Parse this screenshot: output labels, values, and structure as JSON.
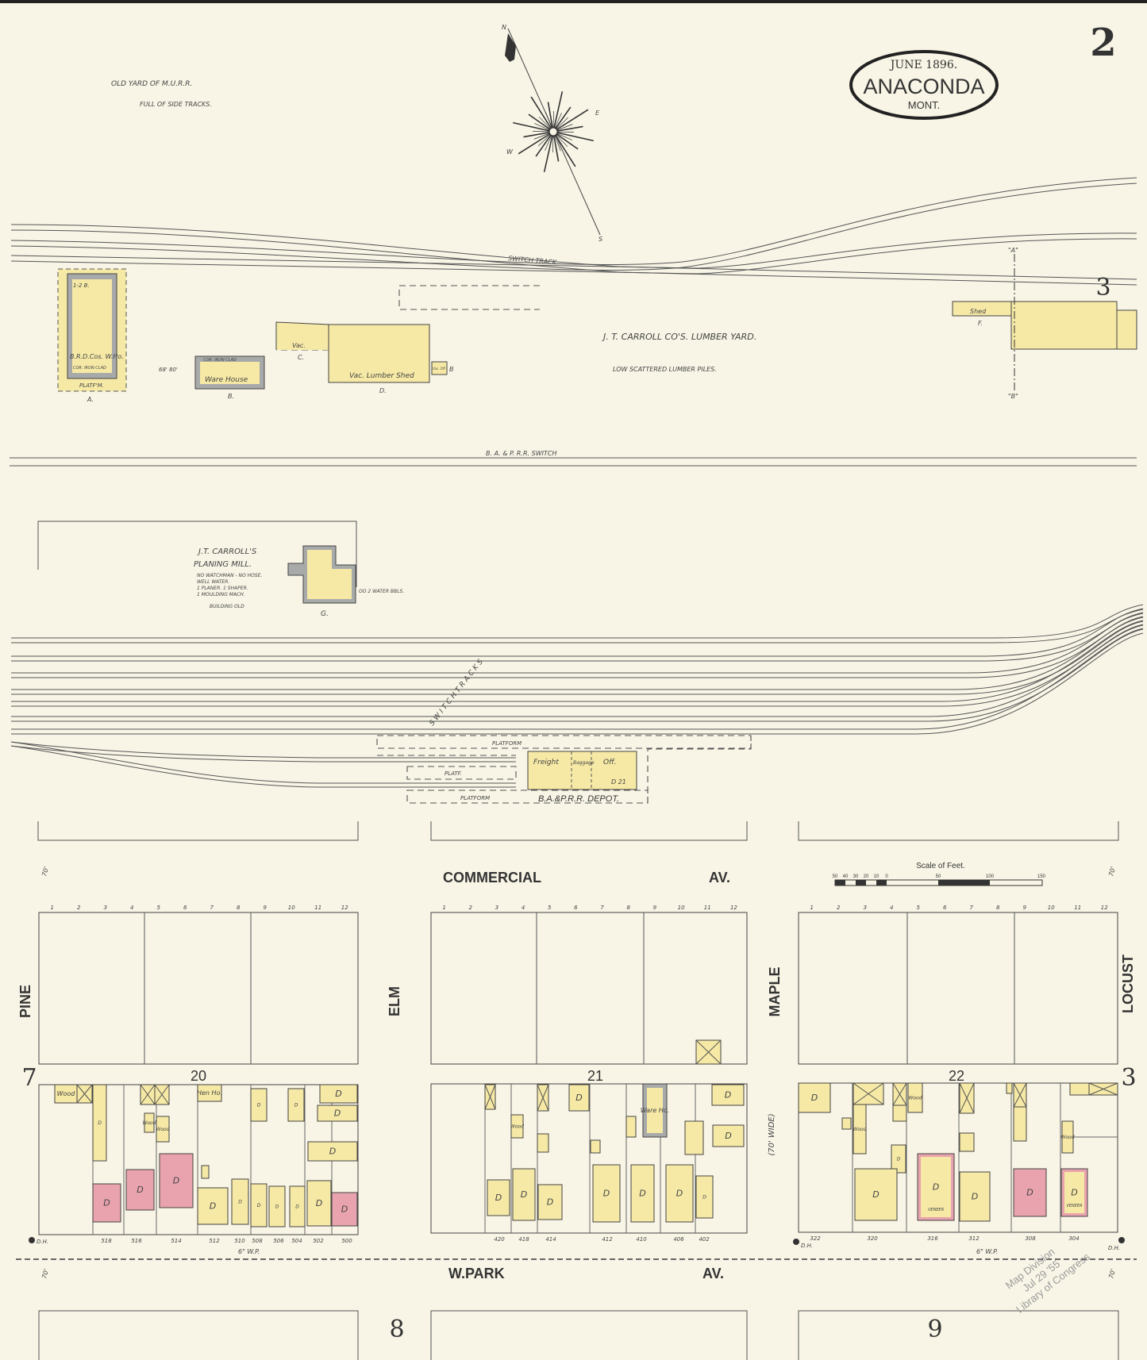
{
  "title": {
    "date": "JUNE 1896.",
    "city": "ANACONDA",
    "state": "MONT."
  },
  "sheet_number": "2",
  "adjoining_sheets": {
    "east_top": "3",
    "west_row": "7",
    "east_row": "3",
    "south_left": "8",
    "south_right": "9"
  },
  "compass": {
    "n": "N",
    "e": "E",
    "w": "W",
    "s": "S"
  },
  "top_notes": {
    "line1": "OLD   YARD   OF   M.U.R.R.",
    "line2": "FULL   OF   SIDE TRACKS."
  },
  "tracks": {
    "switch_track": "SWITCH   TRACK",
    "bap_switch": "B. A. & P.   R.R.   SWITCH",
    "switch_tracks": "S W I T C H   T R A C K S"
  },
  "lumber_yard": {
    "name": "J. T. CARROLL   CO'S.   LUMBER   YARD.",
    "note": "LOW   SCATTERED   LUMBER   PILES."
  },
  "top_buildings": {
    "a_label": "B.R.D.Cos. W.Ho.",
    "a_sub": "COR. IRON CLAD",
    "a_platform": "PLATF'M.",
    "a_height": "1-2 B.",
    "a_letter": "A.",
    "b_label": "Ware House",
    "b_sub": "COR. IRON CLAD",
    "b_letter": "B.",
    "c_label": "Vac.",
    "c_letter": "C.",
    "d_label": "Vac. Lumber Shed",
    "d_letter": "D.",
    "office_label": "Vac. Off.",
    "office_letter": "B",
    "f_label": "Shed",
    "f_letter": "F.",
    "section_a": "\"A\"",
    "section_b": "\"B\"",
    "dims": "68'  80'"
  },
  "planing_mill": {
    "name1": "J.T. CARROLL'S",
    "name2": "PLANING   MILL.",
    "notes": [
      "NO WATCHMAN - NO HOSE.",
      "WELL WATER.",
      "1 PLANER. 1 SHAPER.",
      "1 MOULDING MACH."
    ],
    "age": "BUILDING OLD",
    "letter": "G.",
    "well": "OO 2 WATER BBLS."
  },
  "depot": {
    "name": "B.A.&P.R.R. DEPOT.",
    "freight": "Freight",
    "baggage": "Baggage",
    "office": "Off.",
    "stories": "D 21",
    "platform": "PLATFORM",
    "platf": "PLATF."
  },
  "streets": {
    "commercial": "COMMERCIAL",
    "commercial_av": "AV.",
    "park": "W.PARK",
    "park_av": "AV.",
    "pine": "PINE",
    "elm": "ELM",
    "maple": "MAPLE",
    "locust": "LOCUST",
    "maple_width": "(70' WIDE)",
    "width": "70'",
    "water_main": "6\" W.P.",
    "hydrant": "D.H."
  },
  "scale": {
    "title": "Scale of Feet.",
    "ticks": [
      "50",
      "40",
      "30",
      "20",
      "10",
      "0",
      "50",
      "100",
      "150"
    ]
  },
  "lots": [
    "1",
    "2",
    "3",
    "4",
    "5",
    "6",
    "7",
    "8",
    "9",
    "10",
    "11",
    "12"
  ],
  "blocks": [
    {
      "number": "20",
      "addresses": [
        "518",
        "516",
        "514",
        "512",
        "510",
        "508",
        "506",
        "504",
        "502",
        "500"
      ],
      "buildings": [
        "Wood",
        "",
        "D",
        "D",
        "",
        "",
        "Wood",
        "Wood",
        "D",
        "D",
        "Hen Ho.",
        "",
        "D",
        "D",
        "D",
        "D",
        "D",
        "D",
        "D",
        "D",
        "D",
        "D",
        "D",
        "D"
      ]
    },
    {
      "number": "21",
      "addresses": [
        "420",
        "418",
        "414",
        "412",
        "410",
        "406",
        "402"
      ],
      "buildings": [
        "",
        "Wood",
        "",
        "",
        "D",
        "",
        "",
        "Ware Ho.",
        "D",
        "D",
        "D",
        "D",
        "D",
        "D",
        "D",
        "D",
        "D",
        "",
        ""
      ]
    },
    {
      "number": "22",
      "addresses": [
        "322",
        "320",
        "316",
        "312",
        "308",
        "304"
      ],
      "buildings": [
        "D",
        "",
        "",
        "Wood",
        "",
        "",
        "Wood",
        "D",
        "D",
        "D",
        "",
        "",
        "D",
        "",
        "",
        "",
        "D",
        "Wood",
        "D",
        "",
        ""
      ],
      "veneer": "VENEER"
    }
  ],
  "stamp": {
    "line1": "Map Division",
    "line2": "Jul 29 '55",
    "line3": "Library of Congress"
  },
  "colors": {
    "paper": "#f8f5e6",
    "frame": "#f6e9a6",
    "brick": "#e8a3ae",
    "stone": "#a8aaa9",
    "ink": "#444444"
  }
}
